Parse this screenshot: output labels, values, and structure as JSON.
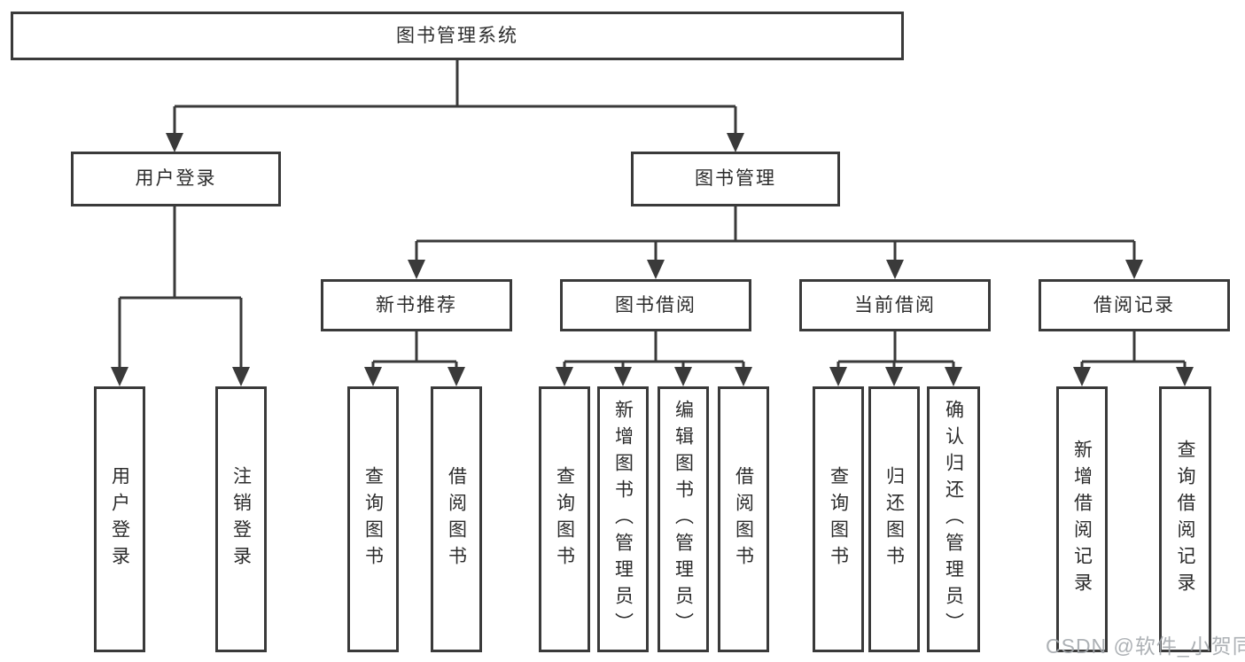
{
  "colors": {
    "background": "#ffffff",
    "line": "#3a3a3a",
    "box_border": "#3a3a3a",
    "text": "#2c2c2c",
    "watermark": "#a4a8ad"
  },
  "watermark": {
    "text": "CSDN @软件_小贺同学"
  },
  "tree": {
    "root": {
      "label": "图书管理系统"
    },
    "branches": [
      {
        "label": "用户登录",
        "children": [
          {
            "label": "用户登录"
          },
          {
            "label": "注销登录"
          }
        ]
      },
      {
        "label": "图书管理",
        "children": [
          {
            "label": "新书推荐",
            "children": [
              {
                "label": "查询图书"
              },
              {
                "label": "借阅图书"
              }
            ]
          },
          {
            "label": "图书借阅",
            "children": [
              {
                "label": "查询图书"
              },
              {
                "label": "新增图书（管理员）"
              },
              {
                "label": "编辑图书（管理员）"
              },
              {
                "label": "借阅图书"
              }
            ]
          },
          {
            "label": "当前借阅",
            "children": [
              {
                "label": "查询图书"
              },
              {
                "label": "归还图书"
              },
              {
                "label": "确认归还（管理员）"
              }
            ]
          },
          {
            "label": "借阅记录",
            "children": [
              {
                "label": "新增借阅记录"
              },
              {
                "label": "查询借阅记录"
              }
            ]
          }
        ]
      }
    ]
  }
}
